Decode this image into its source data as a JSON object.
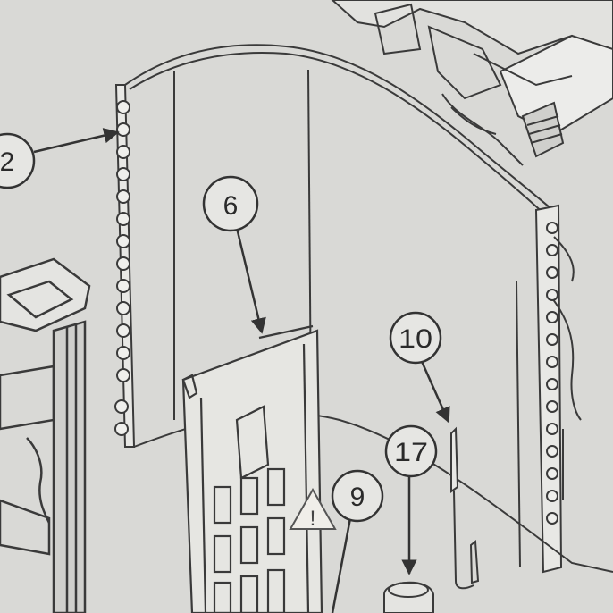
{
  "diagram": {
    "callouts": [
      {
        "id": "c2",
        "label": "2"
      },
      {
        "id": "c6",
        "label": "6"
      },
      {
        "id": "c10",
        "label": "10"
      },
      {
        "id": "c17",
        "label": "17"
      },
      {
        "id": "c9",
        "label": "9"
      }
    ],
    "warning_symbol": "!",
    "colors": {
      "paper": "#d9d9d6",
      "ink": "#3a3a3a",
      "accent_panel": "#e6e6e2"
    }
  }
}
